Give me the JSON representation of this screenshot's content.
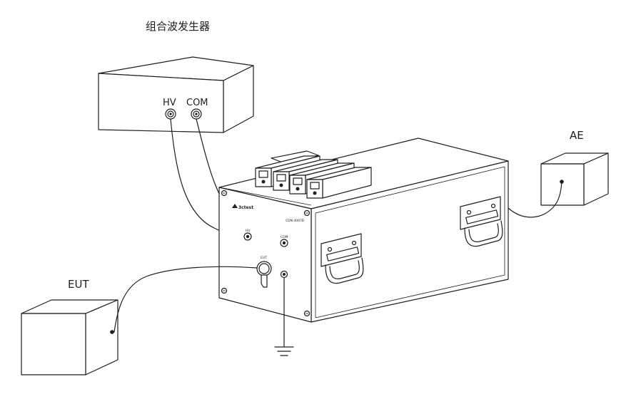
{
  "title": "组合波发生器",
  "generator": {
    "hv_label": "HV",
    "com_label": "COM"
  },
  "cdn": {
    "brand": "3ctest",
    "model": "CDN 4007B",
    "hv_label": "HV",
    "com_label": "COM",
    "eut_label": "EUT"
  },
  "ae": {
    "label": "AE"
  },
  "eut": {
    "label": "EUT"
  }
}
